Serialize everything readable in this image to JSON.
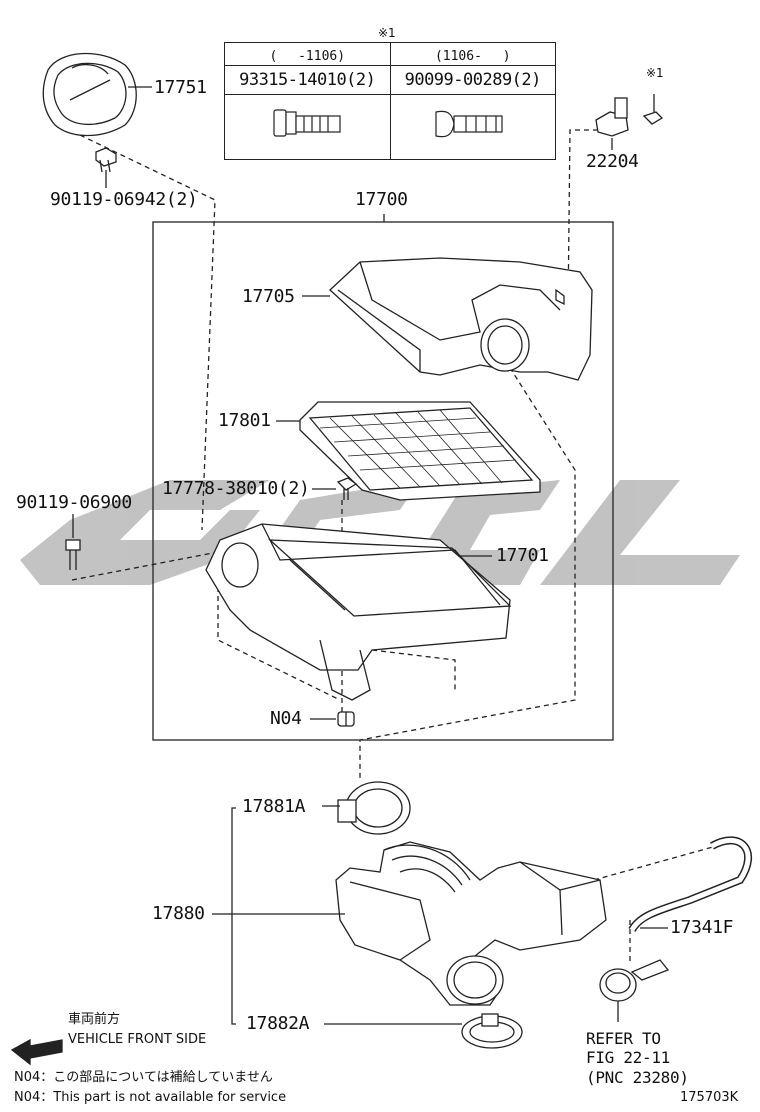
{
  "table": {
    "note_mark": "※1",
    "col1_header": "(　 -1106)",
    "col2_header": "(1106-　 )",
    "col1_part": "93315-14010(2)",
    "col2_part": "90099-00289(2)"
  },
  "labels": {
    "p17751": "17751",
    "p90119_06942": "90119-06942(2)",
    "p22204": "22204",
    "p22204_mark": "※1",
    "p17700": "17700",
    "p17705": "17705",
    "p17801": "17801",
    "p17778": "17778-38010(2)",
    "p90119_06900": "90119-06900",
    "p17701": "17701",
    "pN04": "N04",
    "p17881A": "17881A",
    "p17880": "17880",
    "p17341F": "17341F",
    "p17882A": "17882A",
    "refer_line1": "REFER TO",
    "refer_line2": "FIG 22-11",
    "refer_line3": "(PNC 23280)"
  },
  "footer": {
    "front_jp": "車両前方",
    "front_en": "VEHICLE FRONT SIDE",
    "note_jp": "N04：この部品については補給していません",
    "note_en": "N04：This part is not available for service",
    "diagram_id": "175703K"
  },
  "colors": {
    "line": "#222222",
    "watermark": "#b8b8b8"
  }
}
